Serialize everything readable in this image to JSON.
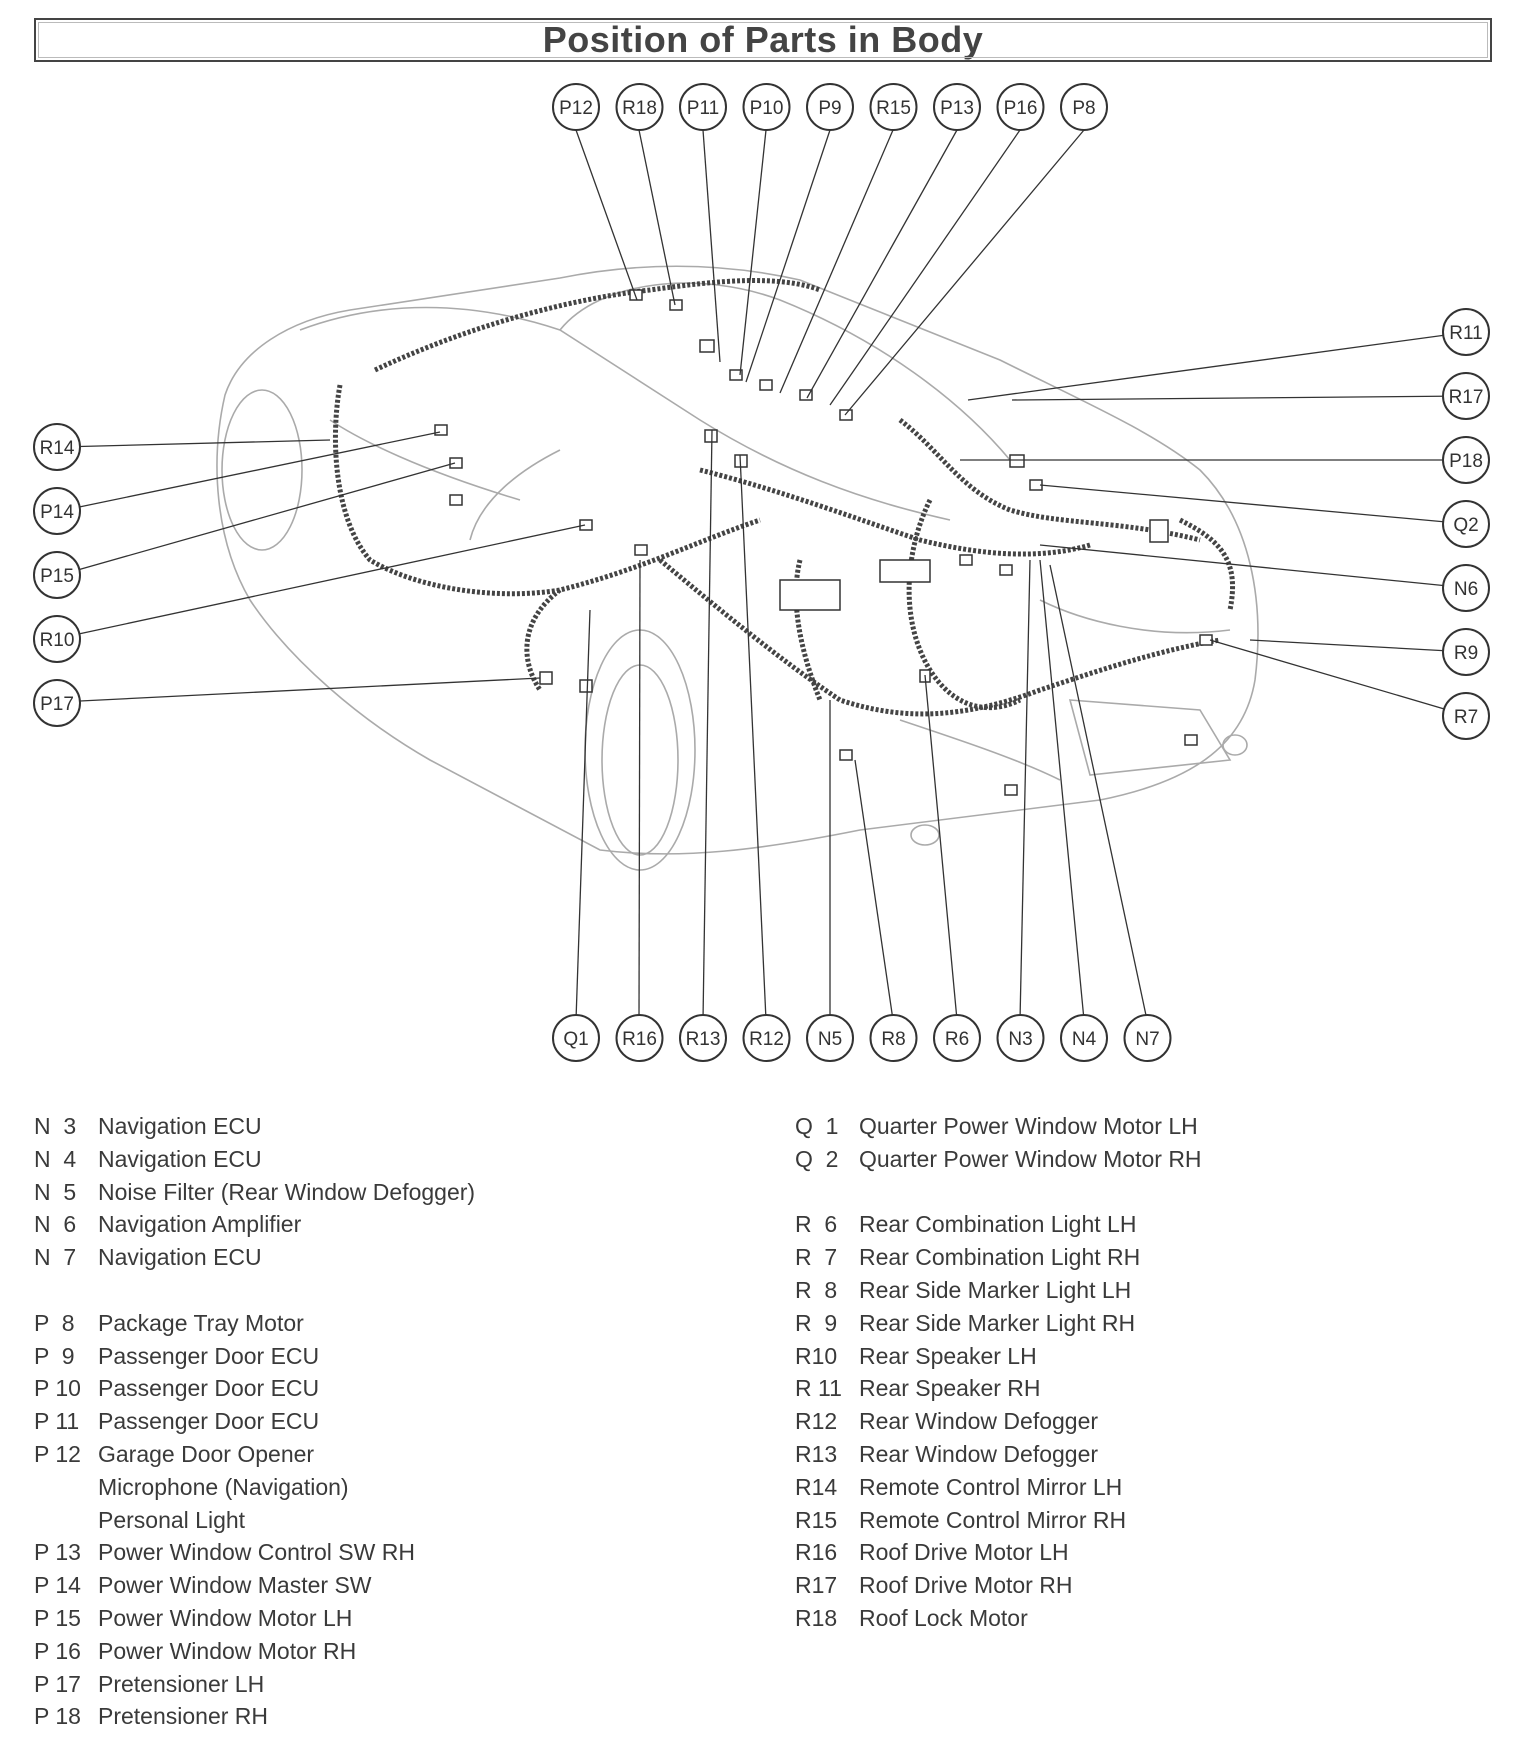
{
  "title": "Position of Parts in Body",
  "callouts_top": [
    "P12",
    "R18",
    "P11",
    "P10",
    "P9",
    "R15",
    "P13",
    "P16",
    "P8"
  ],
  "callouts_left": [
    "R14",
    "P14",
    "P15",
    "R10",
    "P17"
  ],
  "callouts_right": [
    "R11",
    "R17",
    "P18",
    "Q2",
    "N6",
    "R9",
    "R7"
  ],
  "callouts_bottom": [
    "Q1",
    "R16",
    "R13",
    "R12",
    "N5",
    "R8",
    "R6",
    "N3",
    "N4",
    "N7"
  ],
  "legend_left": [
    {
      "code": "N  3",
      "name": "Navigation ECU"
    },
    {
      "code": "N  4",
      "name": "Navigation ECU"
    },
    {
      "code": "N  5",
      "name": "Noise Filter (Rear Window Defogger)"
    },
    {
      "code": "N  6",
      "name": "Navigation Amplifier"
    },
    {
      "code": "N  7",
      "name": "Navigation ECU"
    },
    {
      "code": "",
      "name": ""
    },
    {
      "code": "P  8",
      "name": "Package Tray Motor"
    },
    {
      "code": "P  9",
      "name": "Passenger Door ECU"
    },
    {
      "code": "P 10",
      "name": "Passenger Door ECU"
    },
    {
      "code": "P 11",
      "name": "Passenger Door ECU"
    },
    {
      "code": "P 12",
      "name": "Garage Door Opener"
    },
    {
      "code": "",
      "name": "Microphone (Navigation)"
    },
    {
      "code": "",
      "name": "Personal Light"
    },
    {
      "code": "P 13",
      "name": "Power Window Control SW RH"
    },
    {
      "code": "P 14",
      "name": "Power Window Master SW"
    },
    {
      "code": "P 15",
      "name": "Power Window Motor LH"
    },
    {
      "code": "P 16",
      "name": "Power Window Motor RH"
    },
    {
      "code": "P 17",
      "name": "Pretensioner LH"
    },
    {
      "code": "P 18",
      "name": "Pretensioner RH"
    }
  ],
  "legend_right": [
    {
      "code": "Q  1",
      "name": "Quarter Power Window Motor LH"
    },
    {
      "code": "Q  2",
      "name": "Quarter Power Window Motor RH"
    },
    {
      "code": "",
      "name": ""
    },
    {
      "code": "R  6",
      "name": "Rear Combination Light LH"
    },
    {
      "code": "R  7",
      "name": "Rear Combination Light RH"
    },
    {
      "code": "R  8",
      "name": "Rear Side Marker Light LH"
    },
    {
      "code": "R  9",
      "name": "Rear Side Marker Light RH"
    },
    {
      "code": "R10",
      "name": "Rear Speaker LH"
    },
    {
      "code": "R 11",
      "name": "Rear Speaker RH"
    },
    {
      "code": "R12",
      "name": "Rear Window Defogger"
    },
    {
      "code": "R13",
      "name": "Rear Window Defogger"
    },
    {
      "code": "R14",
      "name": "Remote Control Mirror LH"
    },
    {
      "code": "R15",
      "name": "Remote Control Mirror RH"
    },
    {
      "code": "R16",
      "name": "Roof Drive Motor LH"
    },
    {
      "code": "R17",
      "name": "Roof Drive Motor RH"
    },
    {
      "code": "R18",
      "name": "Roof Lock Motor"
    }
  ]
}
